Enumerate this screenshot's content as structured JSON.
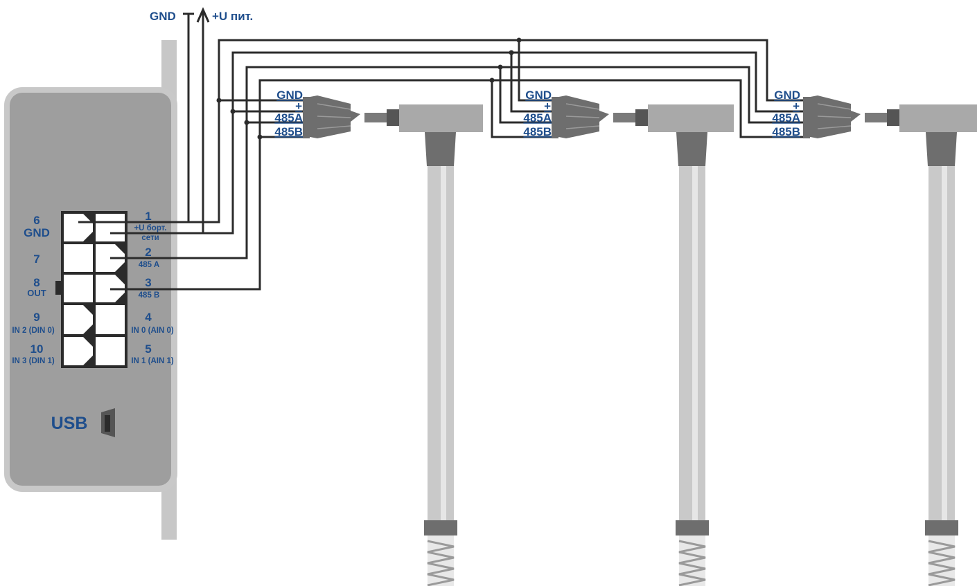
{
  "power": {
    "gnd_label": "GND",
    "plus_label": "+U пит."
  },
  "terminal": {
    "usb_label": "USB",
    "pins_left": [
      {
        "num": "6",
        "name": "GND"
      },
      {
        "num": "7",
        "name": ""
      },
      {
        "num": "8",
        "name": "OUT"
      },
      {
        "num": "9",
        "name": "IN 2 (DIN 0)"
      },
      {
        "num": "10",
        "name": "IN 3 (DIN 1)"
      }
    ],
    "pins_right": [
      {
        "num": "1",
        "name": "+U борт.",
        "name2": "сети"
      },
      {
        "num": "2",
        "name": "485 A",
        "name2": ""
      },
      {
        "num": "3",
        "name": "485 B",
        "name2": ""
      },
      {
        "num": "4",
        "name": "IN 0 (AIN 0)",
        "name2": ""
      },
      {
        "num": "5",
        "name": "IN 1 (AIN 1)",
        "name2": ""
      }
    ]
  },
  "sensors": [
    {
      "gnd": "GND",
      "plus": "+",
      "a": "485A",
      "b": "485B"
    },
    {
      "gnd": "GND",
      "plus": "+",
      "a": "485A",
      "b": "485B"
    },
    {
      "gnd": "GND",
      "plus": "+",
      "a": "485A",
      "b": "485B"
    }
  ],
  "colors": {
    "label_blue": "#1f4e8c",
    "wire": "#2b2b2b",
    "housing": "#9e9e9e",
    "housing_rim": "#c8c8c8",
    "connector_dark": "#6e6e6e",
    "probe_light": "#c9c9c9"
  }
}
